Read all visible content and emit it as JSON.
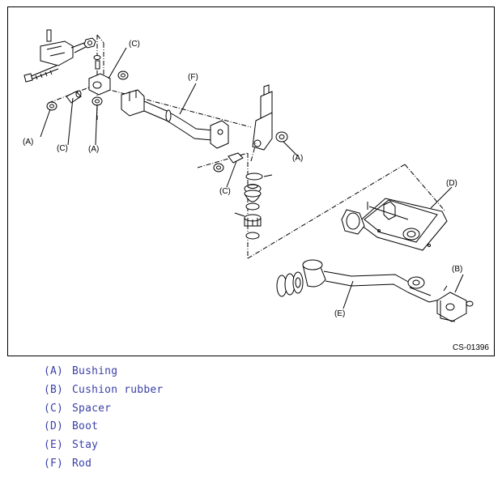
{
  "figure": {
    "id": "CS-01396",
    "callouts": {
      "a1": "(A)",
      "c1": "(C)",
      "a2": "(A)",
      "c_top": "(C)",
      "f": "(F)",
      "a3": "(A)",
      "c2": "(C)",
      "d": "(D)",
      "b": "(B)",
      "e": "(E)"
    }
  },
  "legend": [
    {
      "code": "(A)",
      "label": "Bushing"
    },
    {
      "code": "(B)",
      "label": "Cushion rubber"
    },
    {
      "code": "(C)",
      "label": "Spacer"
    },
    {
      "code": "(D)",
      "label": "Boot"
    },
    {
      "code": "(E)",
      "label": "Stay"
    },
    {
      "code": "(F)",
      "label": "Rod"
    }
  ],
  "colors": {
    "legend_text": "#3a3fa8",
    "line": "#000000"
  }
}
